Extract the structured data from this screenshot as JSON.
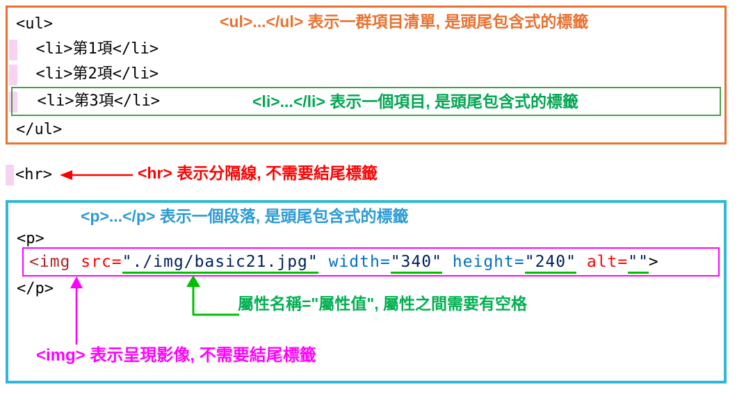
{
  "colors": {
    "orange": "#E8712F",
    "green_box_border": "#43A047",
    "green_text": "#00A651",
    "green_arrow": "#00C000",
    "red": "#FF0000",
    "cyan_border": "#30B8D9",
    "blue_text": "#2B9AD5",
    "magenta": "#FF00FF",
    "code_tag_darkred": "#B22222",
    "code_attr_red": "#FF0000",
    "code_attr_blue": "#0070C0",
    "code_value_navy": "#002060",
    "pink_highlight": "#F8D2F2"
  },
  "ul_section": {
    "lines": [
      "<ul>",
      "  <li>第1項</li>",
      "  <li>第2項</li>",
      "  <li>第3項</li>",
      "</ul>"
    ],
    "ul_annotation": "<ul>...</ul> 表示一群項目清單, 是頭尾包含式的標籤",
    "li_annotation": "<li>...</li> 表示一個項目, 是頭尾包含式的標籤"
  },
  "hr_section": {
    "code": "<hr>",
    "annotation": "<hr> 表示分隔線, 不需要結尾標籤"
  },
  "p_section": {
    "p_annotation": "<p>...</p> 表示一個段落, 是頭尾包含式的標籤",
    "p_open": "<p>",
    "p_close": "</p>",
    "img_code": {
      "tag_open": "<img ",
      "attr_src_name": "src=",
      "attr_src_value": "\"./img/basic21.jpg\"",
      "attr_width_name": " width=",
      "attr_width_value": "\"340\"",
      "attr_height_name": " height=",
      "attr_height_value": "\"240\"",
      "attr_alt_name": " alt=",
      "attr_alt_value": "\"\"",
      "tag_close": ">"
    },
    "attr_annotation": "屬性名稱=\"屬性值\", 屬性之間需要有空格",
    "img_annotation": "<img> 表示呈現影像, 不需要結尾標籤"
  }
}
